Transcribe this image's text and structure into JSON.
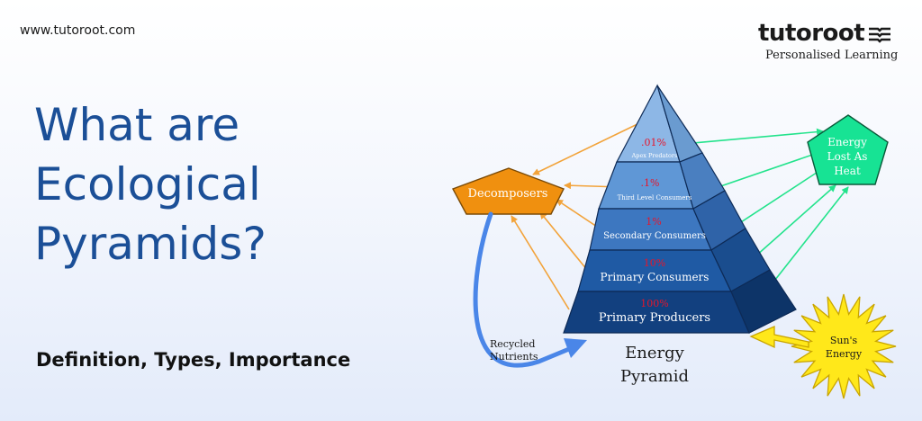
{
  "header": {
    "site_url": "www.tutoroot.com",
    "brand_name": "tutoroot",
    "brand_tagline": "Personalised Learning"
  },
  "hero": {
    "title_lines": [
      "What are",
      "Ecological",
      "Pyramids?"
    ],
    "subtitle": "Definition, Types, Importance"
  },
  "pyramid": {
    "title_line1": "Energy",
    "title_line2": "Pyramid",
    "levels": [
      {
        "percent": ".01%",
        "name": "Apex Predators"
      },
      {
        "percent": ".1%",
        "name": "Third Level Consumers"
      },
      {
        "percent": "1%",
        "name": "Secondary Consumers"
      },
      {
        "percent": "10%",
        "name": "Primary Consumers"
      },
      {
        "percent": "100%",
        "name": "Primary Producers"
      }
    ],
    "decomposers": "Decomposers",
    "heat_line1": "Energy",
    "heat_line2": "Lost As",
    "heat_line3": "Heat",
    "sun_line1": "Sun's",
    "sun_line2": "Energy",
    "recycled_line1": "Recycled",
    "recycled_line2": "Nutrients"
  },
  "colors": {
    "title_blue": "#1b4f97",
    "tier1": "#8db7e6",
    "tier2": "#5f97d6",
    "tier3": "#3d77c0",
    "tier4": "#1f5aa4",
    "tier5": "#12407f",
    "decomposer": "#f0900f",
    "heat": "#17e394",
    "sun": "#ffe81a",
    "percent_red": "#e8152a",
    "orange_arrow": "#f2a33a",
    "green_arrow": "#23e38c",
    "blue_arrow": "#4a86e8"
  }
}
